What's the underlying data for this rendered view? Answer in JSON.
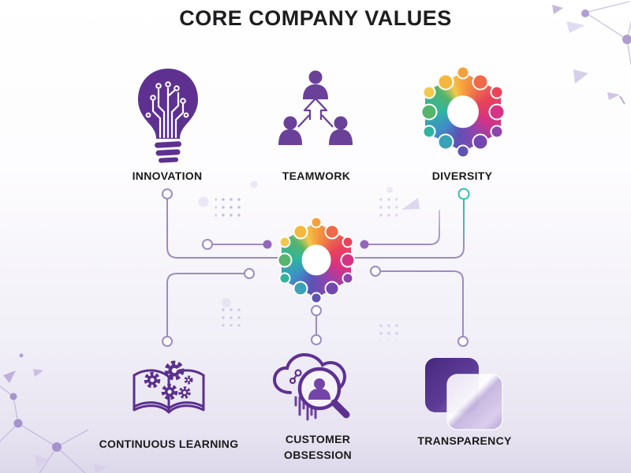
{
  "title": "CORE COMPANY VALUES",
  "values": [
    {
      "id": "innovation",
      "label": "INNOVATION",
      "icon": "lightbulb-circuit-icon"
    },
    {
      "id": "teamwork",
      "label": "TEAMWORK",
      "icon": "team-people-arrow-icon"
    },
    {
      "id": "diversity",
      "label": "DIVERSITY",
      "icon": "diversity-wheel-icon"
    },
    {
      "id": "continuous-learning",
      "label": "CONTINUOUS LEARNING",
      "icon": "open-book-gears-icon"
    },
    {
      "id": "customer-obsession",
      "label": "CUSTOMER OBSESSION",
      "icon": "cloud-magnifier-user-icon"
    },
    {
      "id": "transparency",
      "label": "TRANSPARENCY",
      "icon": "overlapping-glass-squares-icon"
    }
  ],
  "colors": {
    "brand_purple": "#5E3191",
    "connector_purple": "#9D8CC2",
    "connector_node_fill": "#9168BC",
    "accent_teal": "#2FBFAE",
    "title_text": "#1D1D1F",
    "label_text": "#1A1A1A",
    "background_top": "#FFFFFF",
    "background_bottom": "#DDD7EB",
    "rainbow_palette": [
      "#F5A03D",
      "#E8435A",
      "#D63384",
      "#8E44AD",
      "#5E52B5",
      "#3E8FC7",
      "#2EB5A0",
      "#56B46C",
      "#F2C94C"
    ]
  }
}
